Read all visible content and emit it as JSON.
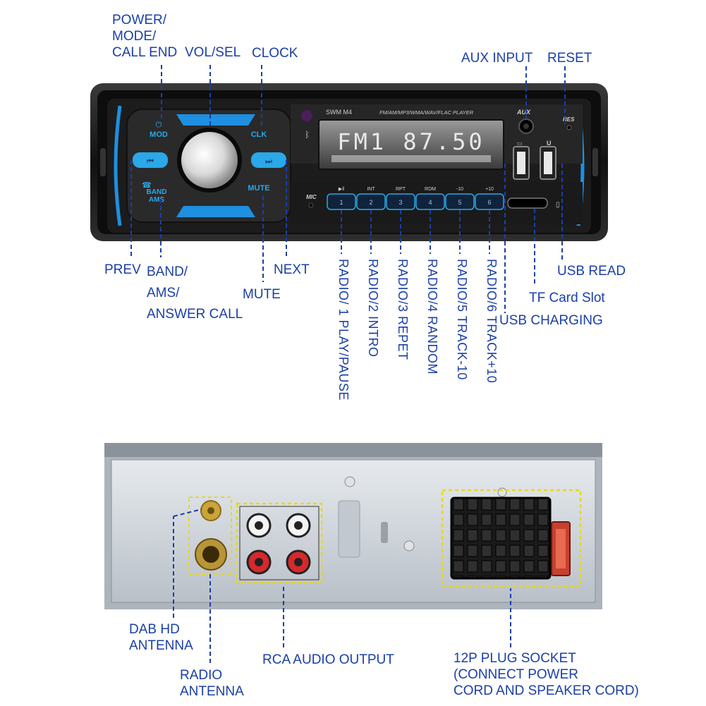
{
  "front": {
    "model": "SWM  M4",
    "formats": "FM/AM/MP3/WMA/WAV/FLAC  PLAYER",
    "display_text": "FM1  87.50",
    "aux_tag": "AUX",
    "res_tag": "RES",
    "usb_tag": "U",
    "mic_tag": "MIC",
    "mod_key": "MOD",
    "clk_key": "CLK",
    "band_key": "BAND",
    "ams_key": "AMS",
    "mute_key": "MUTE",
    "preset_tops": [
      "▶‖",
      "INT",
      "RPT",
      "RDM",
      "-10",
      "+10"
    ],
    "preset_nums": [
      "1",
      "2",
      "3",
      "4",
      "5",
      "6"
    ]
  },
  "labels": {
    "power_l1": "POWER/",
    "power_l2": "MODE/",
    "power_l3": "CALL END",
    "vol_sel": "VOL/SEL",
    "clock": "CLOCK",
    "aux_input": "AUX INPUT",
    "reset": "RESET",
    "prev": "PREV",
    "band_l1": "BAND/",
    "band_l2": "AMS/",
    "band_l3": "ANSWER CALL",
    "mute": "MUTE",
    "next": "NEXT",
    "usb_read": "USB READ",
    "tf_card": "TF Card Slot",
    "usb_charging": "USB CHARGING",
    "r1": "RADIO/ 1  PLAY/PAUSE",
    "r2": "RADIO/2  INTRO",
    "r3": "RADIO/3  REPET",
    "r4": "RADIO/4  RANDOM",
    "r5": "RADIO/5  TRACK-10",
    "r6": "RADIO/6  TRACK+10",
    "dab_l1": "DAB HD",
    "dab_l2": "ANTENNA",
    "radio_l1": "RADIO",
    "radio_l2": "ANTENNA",
    "rca": "RCA AUDIO OUTPUT",
    "plug_l1": "12P PLUG SOCKET",
    "plug_l2": "(CONNECT POWER",
    "plug_l3": "CORD AND SPEAKER CORD)"
  },
  "colors": {
    "label_blue": "#1a3fa8",
    "key_blue": "#2aa8e8",
    "face_black": "#141414",
    "back_silver": "#c9cfd6"
  }
}
